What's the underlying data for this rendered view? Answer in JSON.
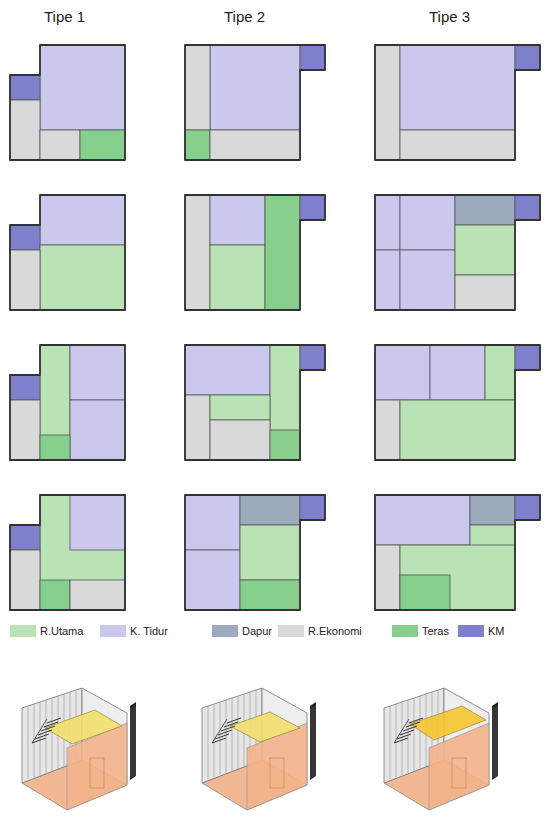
{
  "diagram": {
    "labels": [
      "Tipe 1",
      "Tipe 2",
      "Tipe 3"
    ],
    "legend": [
      {
        "text": "R.Utama",
        "color": "#b9e3b5"
      },
      {
        "text": "K. Tidur",
        "color": "#cbc8ee"
      },
      {
        "text": "Dapur",
        "color": "#9eabbe"
      },
      {
        "text": "R.Ekonomi",
        "color": "#d9d9d9"
      },
      {
        "text": "Teras",
        "color": "#86cf8c"
      },
      {
        "text": "KM",
        "color": "#7f80cc"
      }
    ]
  }
}
